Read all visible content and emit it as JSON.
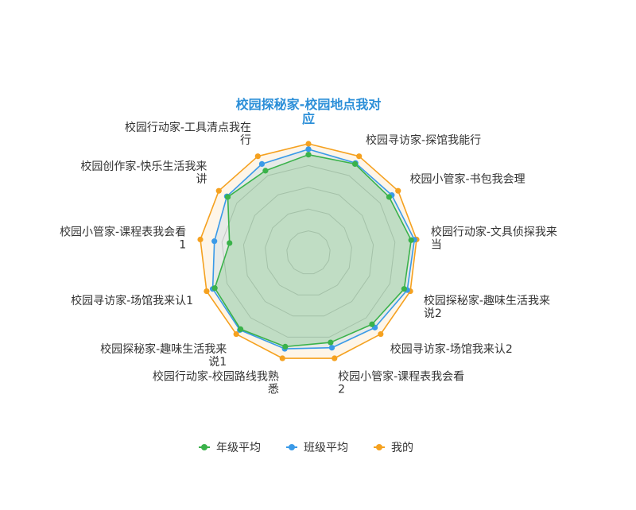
{
  "chart_data": {
    "type": "radar",
    "title": "校园探秘家-校园地点我对应",
    "title_color": "#2c8fd8",
    "indicators": [
      "校园探秘家-校园地点我对应",
      "校园寻访家-探馆我能行",
      "校园小管家-书包我会理",
      "校园行动家-文具侦探我来当",
      "校园探秘家-趣味生活我来说2",
      "校园寻访家-场馆我来认2",
      "校园小管家-课程表我会看2",
      "校园行动家-校园路线我熟悉",
      "校园探秘家-趣味生活我来说1",
      "校园寻访家-场馆我来认1",
      "校园小管家-课程表我会看1",
      "校园创作家-快乐生活我来讲",
      "校园行动家-工具清点我在行"
    ],
    "max": 100,
    "split_number": 5,
    "series": [
      {
        "name": "年级平均",
        "color": "#3ab24a",
        "values": [
          90,
          92,
          90,
          95,
          94,
          88,
          85,
          89,
          94,
          92,
          73,
          90,
          85
        ]
      },
      {
        "name": "班级平均",
        "color": "#3a9ae8",
        "values": [
          95,
          93,
          93,
          98,
          97,
          92,
          90,
          91,
          95,
          94,
          87,
          91,
          92
        ]
      },
      {
        "name": "我的",
        "color": "#f5a11f",
        "values": [
          100,
          100,
          100,
          100,
          100,
          100,
          100,
          100,
          100,
          100,
          100,
          100,
          100
        ]
      }
    ],
    "legend_position": "bottom"
  }
}
